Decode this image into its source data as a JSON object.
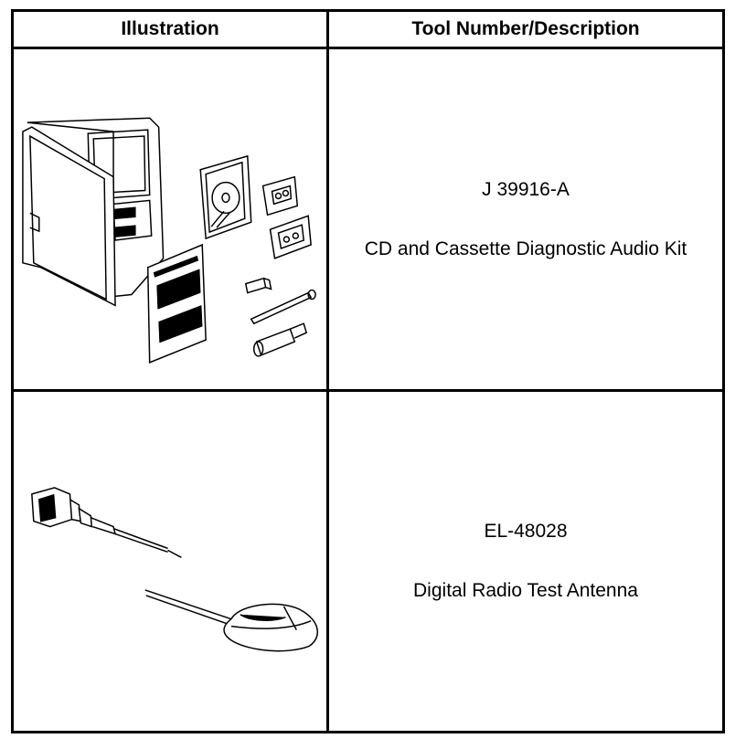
{
  "table": {
    "headers": [
      "Illustration",
      "Tool Number/Description"
    ],
    "rows": [
      {
        "tool_number": "J 39916-A",
        "description": "CD and Cassette Diagnostic Audio Kit",
        "illustration_icon": "audio-kit-case-icon"
      },
      {
        "tool_number": "EL-48028",
        "description": "Digital Radio Test Antenna",
        "illustration_icon": "test-antenna-icon"
      }
    ]
  }
}
